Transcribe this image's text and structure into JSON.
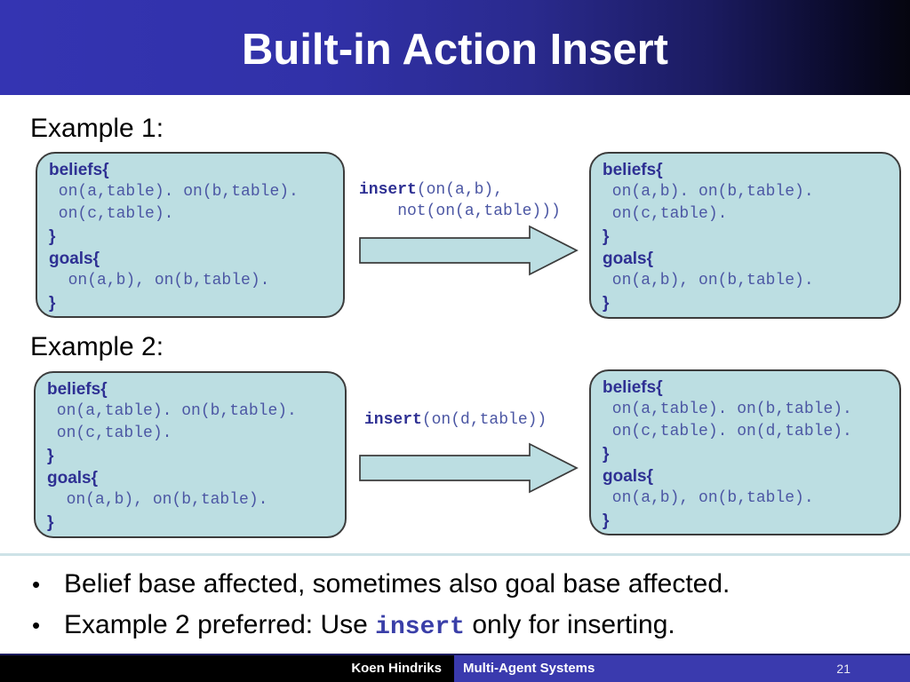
{
  "slide": {
    "title": "Built-in Action Insert",
    "bullet_char": "•"
  },
  "examples": [
    {
      "label": "Example 1:",
      "action": {
        "keyword": "insert",
        "line1_rest": "(on(a,b),",
        "line2": "    not(on(a,table)))"
      },
      "before_box": {
        "lines": [
          {
            "t": "kw",
            "text": "beliefs{"
          },
          {
            "t": "code",
            "text": " on(a,table). on(b,table)."
          },
          {
            "t": "code",
            "text": " on(c,table)."
          },
          {
            "t": "kw",
            "text": "}"
          },
          {
            "t": "kw",
            "text": "goals{"
          },
          {
            "t": "code",
            "text": "  on(a,b), on(b,table)."
          },
          {
            "t": "kw",
            "text": "}"
          }
        ]
      },
      "after_box": {
        "lines": [
          {
            "t": "kw",
            "text": "beliefs{"
          },
          {
            "t": "code",
            "text": " on(a,b). on(b,table)."
          },
          {
            "t": "code",
            "text": " on(c,table)."
          },
          {
            "t": "kw",
            "text": "}"
          },
          {
            "t": "kw",
            "text": "goals{"
          },
          {
            "t": "code",
            "text": " on(a,b), on(b,table)."
          },
          {
            "t": "kw",
            "text": "}"
          }
        ]
      }
    },
    {
      "label": "Example 2:",
      "action": {
        "keyword": "insert",
        "line1_rest": "(on(d,table))",
        "line2": ""
      },
      "before_box": {
        "lines": [
          {
            "t": "kw",
            "text": "beliefs{"
          },
          {
            "t": "code",
            "text": " on(a,table). on(b,table)."
          },
          {
            "t": "code",
            "text": " on(c,table)."
          },
          {
            "t": "kw",
            "text": "}"
          },
          {
            "t": "kw",
            "text": "goals{"
          },
          {
            "t": "code",
            "text": "  on(a,b), on(b,table)."
          },
          {
            "t": "kw",
            "text": "}"
          }
        ]
      },
      "after_box": {
        "lines": [
          {
            "t": "kw",
            "text": "beliefs{"
          },
          {
            "t": "code",
            "text": " on(a,table). on(b,table)."
          },
          {
            "t": "code",
            "text": " on(c,table). on(d,table)."
          },
          {
            "t": "kw",
            "text": "}"
          },
          {
            "t": "kw",
            "text": "goals{"
          },
          {
            "t": "code",
            "text": " on(a,b), on(b,table)."
          },
          {
            "t": "kw",
            "text": "}"
          }
        ]
      }
    }
  ],
  "bullets": [
    {
      "prefix": "Belief base affected, sometimes also goal base affected.",
      "code": "",
      "suffix": ""
    },
    {
      "prefix": "Example 2 preferred: Use ",
      "code": "insert",
      "suffix": " only for inserting."
    }
  ],
  "footer": {
    "author": "Koen Hindriks",
    "course": "Multi-Agent Systems",
    "page_number": "21"
  },
  "colors": {
    "header_gradient_left": "#3434b2",
    "header_gradient_right": "#05050f",
    "title_text": "#ffffff",
    "box_fill": "#bcdee2",
    "box_border": "#3c3c3c",
    "keyword_text": "#2e3093",
    "code_text": "#4c57a4",
    "separator": "#cde2e7",
    "footer_black": "#000000",
    "footer_blue": "#3a3aae",
    "body_text": "#000000"
  }
}
